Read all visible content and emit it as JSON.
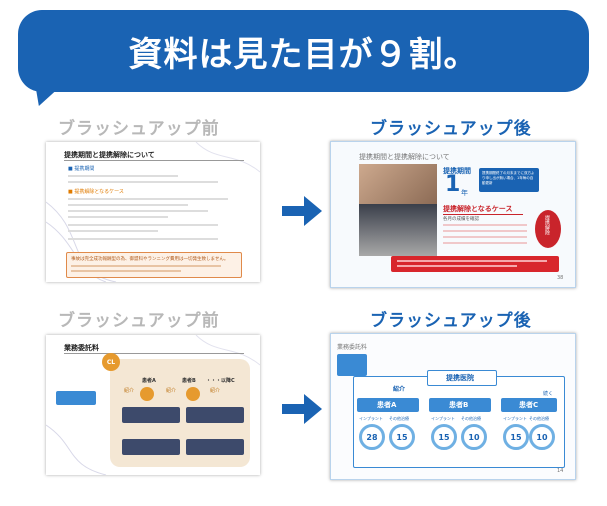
{
  "banner": {
    "title": "資料は見た目が９割。"
  },
  "labels": {
    "before_1": "ブラッシュアップ前",
    "after_1": "ブラッシュアップ後",
    "before_2": "ブラッシュアップ前",
    "after_2": "ブラッシュアップ後"
  },
  "slide1_before": {
    "title": "提携期間と提携解除について",
    "sec1": "■ 提携期間",
    "sec2": "■ 提携解除となるケース",
    "note": "事故は完全成功報酬型の為、御盟科やランニング費用は一切発生致しません。"
  },
  "slide1_after": {
    "header": "提携期間と提携解除について",
    "period_label": "提携期間",
    "period_value": "1",
    "period_unit": "年",
    "callout": "提携期間終了の月末までに双方より申し出が無い場合、1年毎の自動更新",
    "cancel_title": "提携解除となるケース",
    "cancel_sub": "各月の成績を確認",
    "badge": "提携解除",
    "page_num": "38"
  },
  "slide2_before": {
    "title": "業務委託料",
    "cl": "CL",
    "patient_a": "患者A",
    "patient_b": "患者B",
    "patient_c": "・・・以降C",
    "intro1": "紹介",
    "intro2": "紹介",
    "intro3": "紹介"
  },
  "slide2_after": {
    "header": "業務委託料",
    "hospital": "提携医院",
    "intro": "紹介",
    "patient_a": "患者A",
    "patient_b": "患者B",
    "patient_c": "患者C",
    "implant": "インプラント",
    "other": "その他治療",
    "a_implant": "28",
    "a_other": "15",
    "b_implant": "15",
    "b_other": "10",
    "c_implant": "15",
    "c_other": "10",
    "continue": "続く",
    "page_num": "14"
  }
}
